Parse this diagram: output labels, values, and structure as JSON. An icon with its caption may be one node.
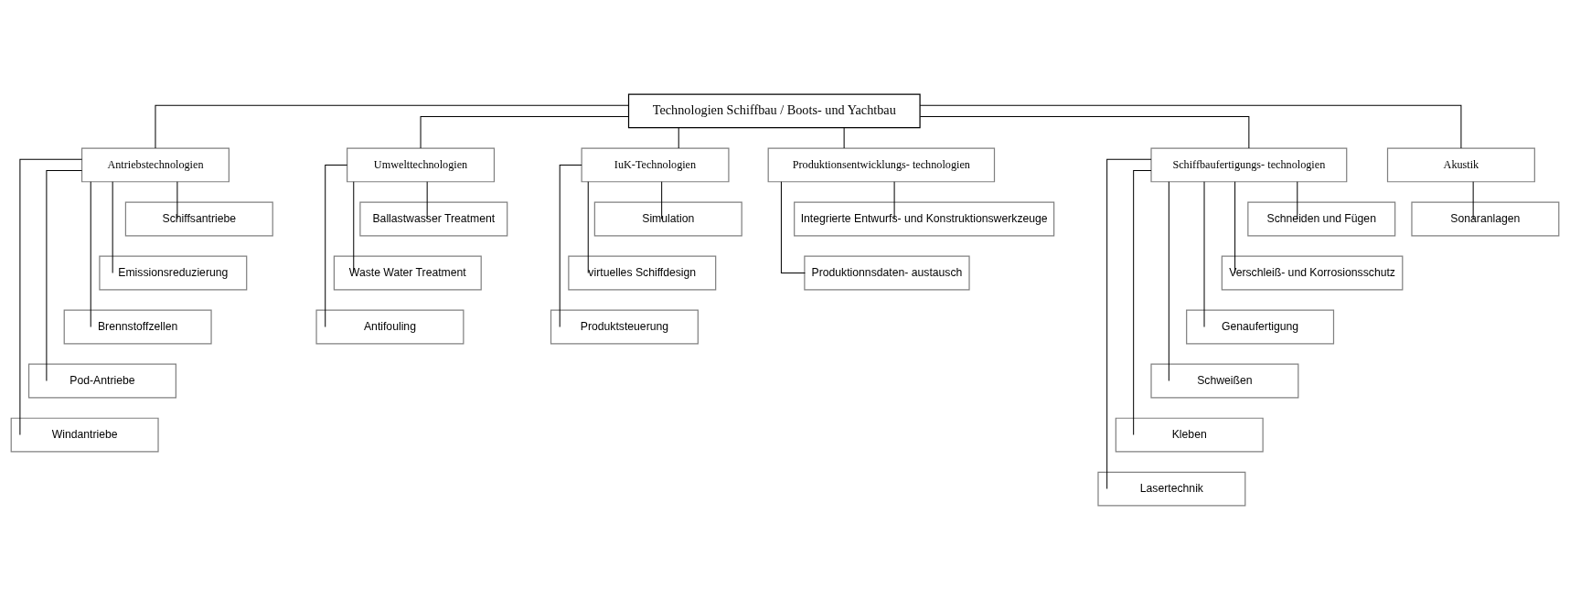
{
  "diagram": {
    "nodes": [
      {
        "text": [
          "Technologien Schiffbau / Boots- und Yachtbau"
        ]
      },
      {
        "text": [
          "Antriebstechnologien"
        ]
      },
      {
        "text": [
          "Schiffsantriebe"
        ]
      },
      {
        "text": [
          "Emissionsreduzierung"
        ]
      },
      {
        "text": [
          "Brennstoffzellen"
        ]
      },
      {
        "text": [
          "Pod-Antriebe"
        ]
      },
      {
        "text": [
          "Windantriebe"
        ]
      },
      {
        "text": [
          "Umwelttechnologien"
        ]
      },
      {
        "text": [
          "Ballastwasser Treatment"
        ]
      },
      {
        "text": [
          "Waste Water Treatment"
        ]
      },
      {
        "text": [
          "Antifouling"
        ]
      },
      {
        "text": [
          "IuK-Technologien"
        ]
      },
      {
        "text": [
          "Simulation"
        ]
      },
      {
        "text": [
          "virtuelles Schiffdesign"
        ]
      },
      {
        "text": [
          "Produktsteuerung"
        ]
      },
      {
        "text": [
          "Produktionsentwicklungs- technologien"
        ]
      },
      {
        "text": [
          "Integrierte Entwurfs- und Konstruktionswerkzeuge"
        ]
      },
      {
        "text": [
          "Produktionnsdaten- austausch"
        ]
      },
      {
        "text": [
          "Schiffbaufertigungs- technologien"
        ]
      },
      {
        "text": [
          "Schneiden und Fügen"
        ]
      },
      {
        "text": [
          "Verschleiß- und Korrosionsschutz"
        ]
      },
      {
        "text": [
          "Genaufertigung"
        ]
      },
      {
        "text": [
          "Schweißen"
        ]
      },
      {
        "text": [
          "Kleben"
        ]
      },
      {
        "text": [
          "Lasertechnik"
        ]
      },
      {
        "text": [
          "Akustik"
        ]
      },
      {
        "text": [
          "Sonaranlagen"
        ]
      }
    ],
    "edges": [
      {
        "from": 0,
        "to": 1,
        "arrow": "none"
      },
      {
        "from": 0,
        "to": 7,
        "arrow": "none"
      },
      {
        "from": 0,
        "to": 11,
        "arrow": "none"
      },
      {
        "from": 0,
        "to": 15,
        "arrow": "none"
      },
      {
        "from": 0,
        "to": 18,
        "arrow": "none"
      },
      {
        "from": 0,
        "to": 25,
        "arrow": "none"
      },
      {
        "from": 1,
        "to": 2,
        "arrow": "none"
      },
      {
        "from": 1,
        "to": 3,
        "arrow": "none"
      },
      {
        "from": 1,
        "to": 4,
        "arrow": "none"
      },
      {
        "from": 1,
        "to": 5,
        "arrow": "none"
      },
      {
        "from": 1,
        "to": 6,
        "arrow": "none"
      },
      {
        "from": 7,
        "to": 8,
        "arrow": "none"
      },
      {
        "from": 7,
        "to": 9,
        "arrow": "none"
      },
      {
        "from": 7,
        "to": 10,
        "arrow": "none"
      },
      {
        "from": 11,
        "to": 12,
        "arrow": "none"
      },
      {
        "from": 11,
        "to": 13,
        "arrow": "none"
      },
      {
        "from": 11,
        "to": 14,
        "arrow": "none"
      },
      {
        "from": 15,
        "to": 16,
        "arrow": "none"
      },
      {
        "from": 15,
        "to": 17,
        "arrow": "none"
      },
      {
        "from": 18,
        "to": 19,
        "arrow": "none"
      },
      {
        "from": 18,
        "to": 20,
        "arrow": "none"
      },
      {
        "from": 18,
        "to": 21,
        "arrow": "none"
      },
      {
        "from": 18,
        "to": 22,
        "arrow": "none"
      },
      {
        "from": 18,
        "to": 23,
        "arrow": "none"
      },
      {
        "from": 18,
        "to": 24,
        "arrow": "none"
      },
      {
        "from": 25,
        "to": 26,
        "arrow": "none"
      }
    ]
  }
}
